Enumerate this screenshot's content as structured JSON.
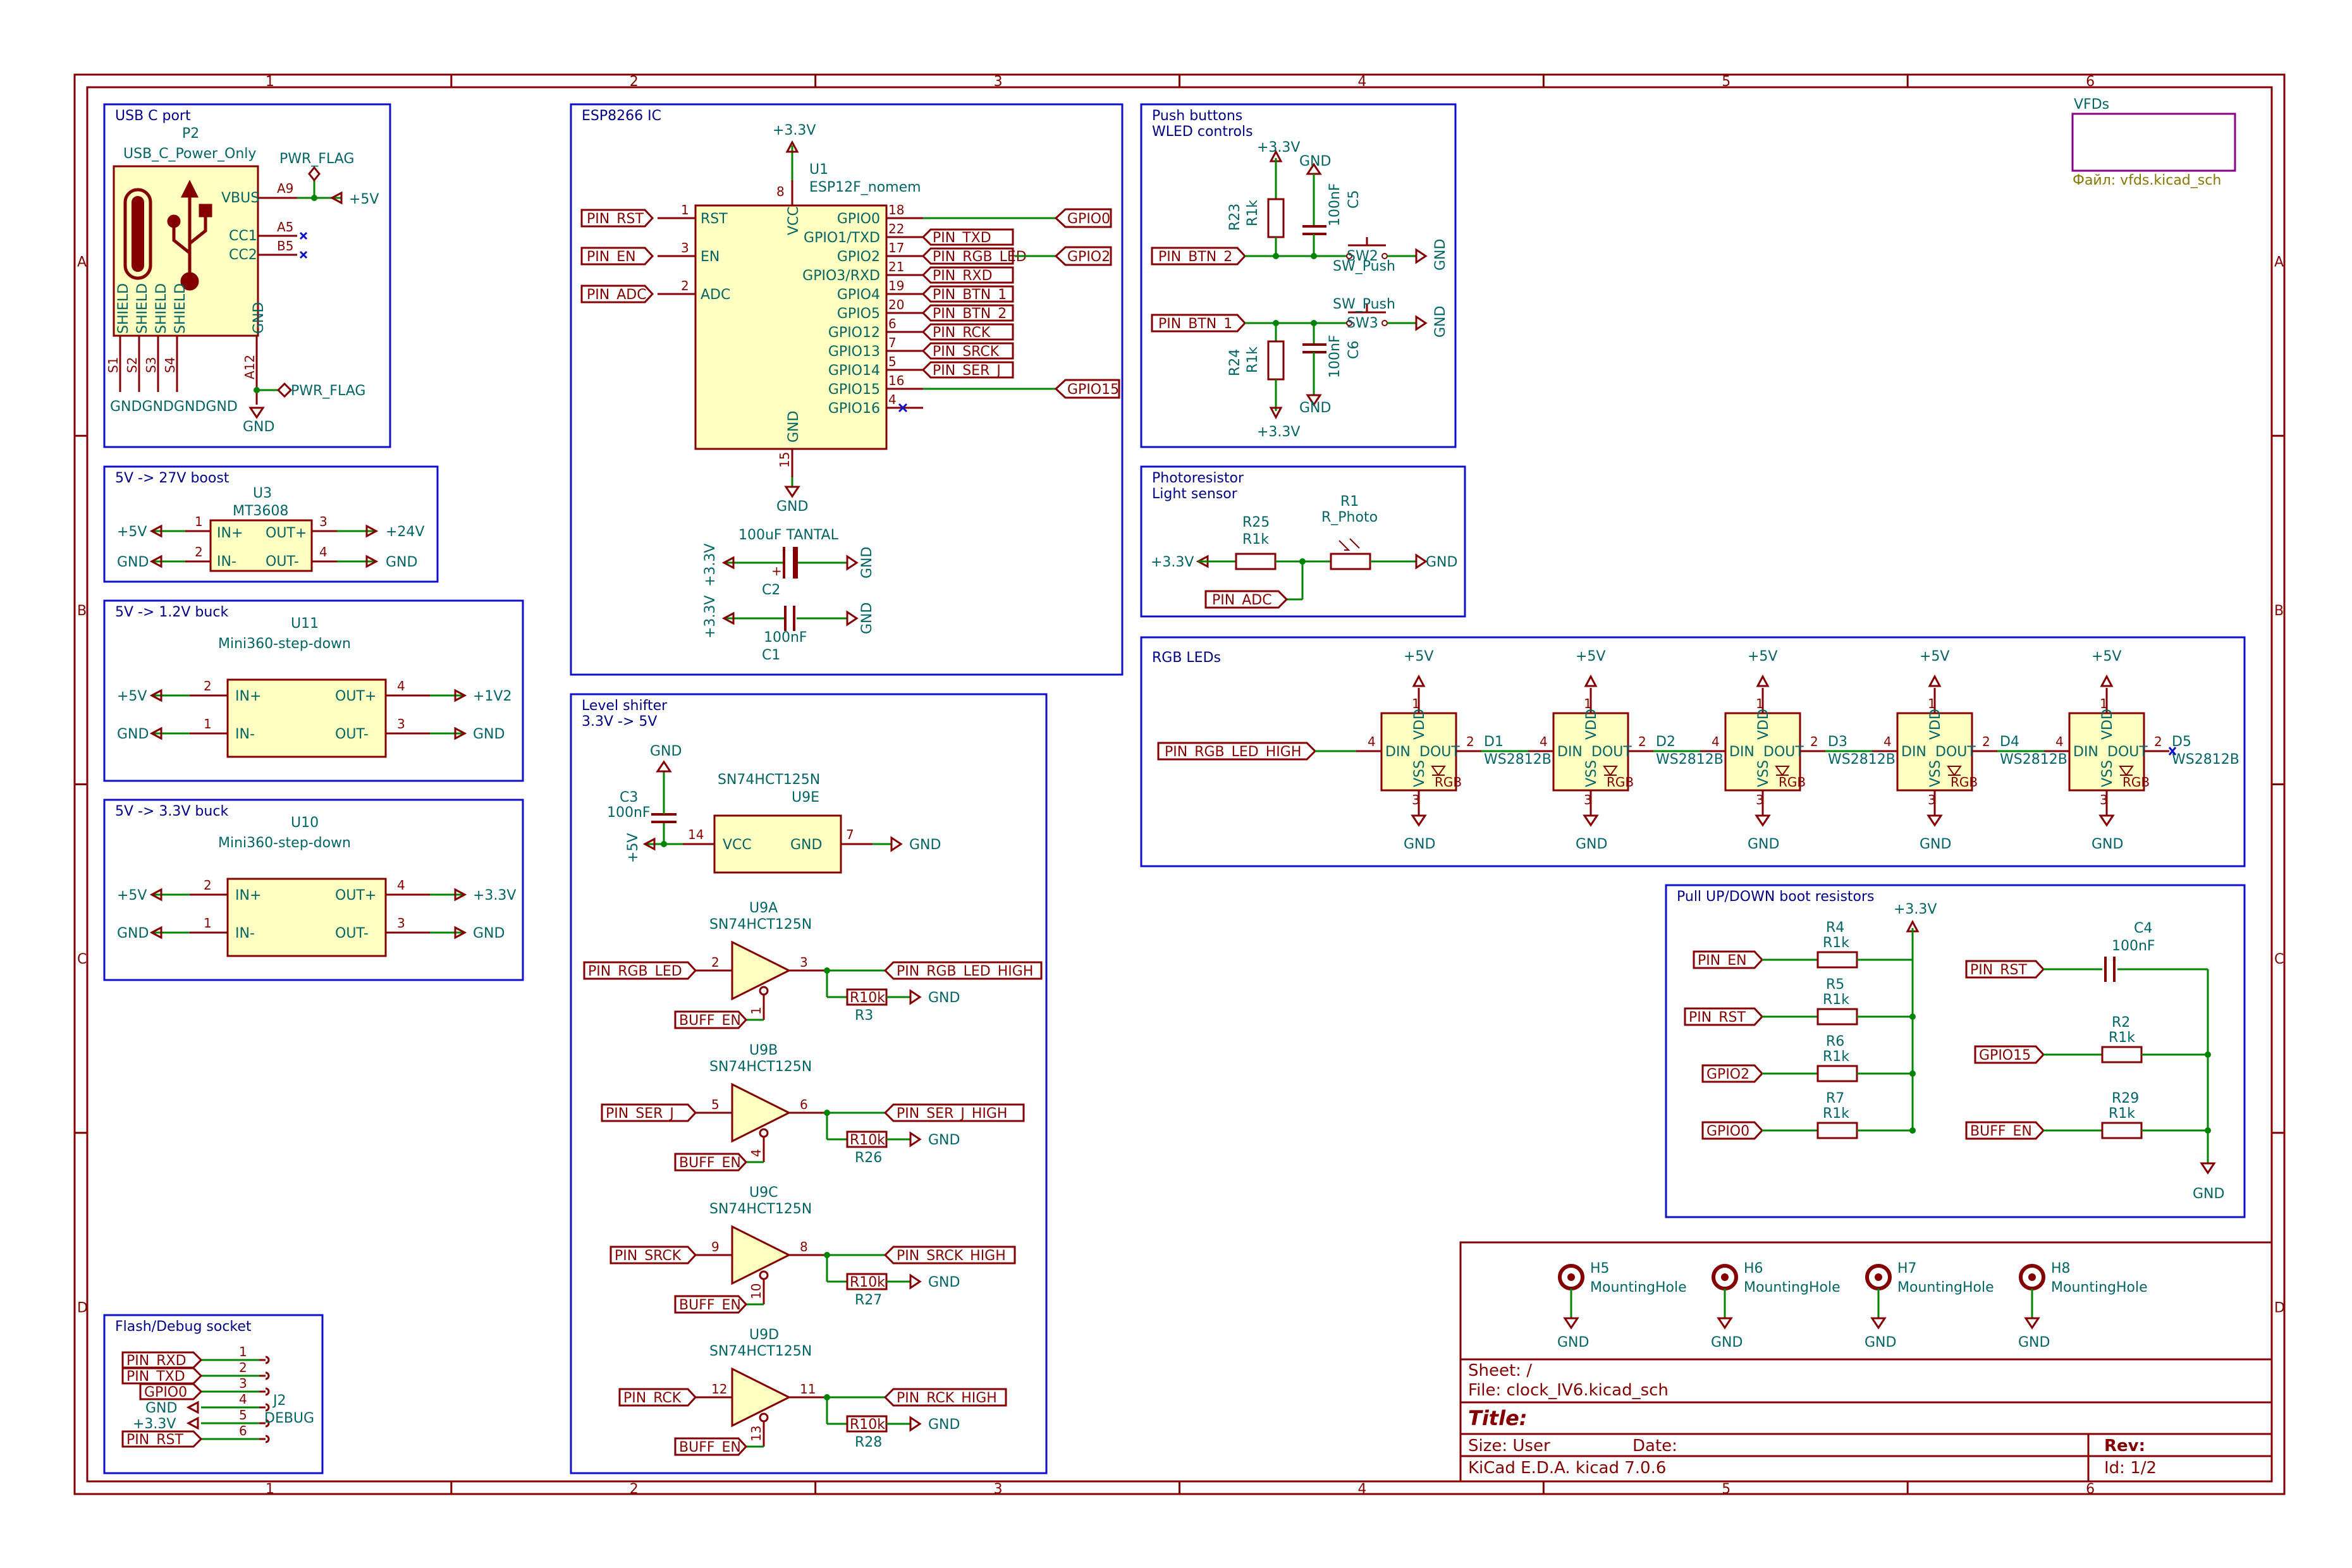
{
  "frame": {
    "columns": [
      "1",
      "2",
      "3",
      "4",
      "5",
      "6"
    ],
    "rows": [
      "A",
      "B",
      "C",
      "D"
    ]
  },
  "blocks": {
    "usb": "USB C port",
    "esp": "ESP8266 IC",
    "buttons_1": "Push buttons",
    "buttons_2": "WLED controls",
    "boost": "5V -> 27V boost",
    "buck12": "5V -> 1.2V buck",
    "buck33": "5V -> 3.3V buck",
    "photo_1": "Photoresistor",
    "photo_2": "Light sensor",
    "leds": "RGB LEDs",
    "shifter_1": "Level shifter",
    "shifter_2": "3.3V -> 5V",
    "pull": "Pull UP/DOWN boot resistors",
    "flash": "Flash/Debug socket"
  },
  "vfd_sheet": {
    "name": "VFDs",
    "file": "Файл: vfds.kicad_sch"
  },
  "usb": {
    "ref": "P2",
    "value": "USB_C_Power_Only",
    "pwr_flag": "PWR_FLAG",
    "pwr_flag2": "PWR_FLAG",
    "pins": [
      "VBUS",
      "CC1",
      "CC2",
      "SHIELD",
      "SHIELD",
      "SHIELD",
      "SHIELD",
      "GND"
    ],
    "pnums": [
      "A9",
      "A5",
      "B5",
      "S1",
      "S2",
      "S3",
      "S4",
      "A12"
    ],
    "p5v": "+5V",
    "gnd": "GND",
    "gnd_row": "GNDGNDGNDGND"
  },
  "esp": {
    "ref": "U1",
    "value": "ESP12F_nomem",
    "vcc": "+3.3V",
    "gnd": "GND",
    "left_pins": [
      {
        "num": "1",
        "name": "RST",
        "label": "PIN_RST"
      },
      {
        "num": "3",
        "name": "EN",
        "label": "PIN_EN"
      },
      {
        "num": "2",
        "name": "ADC",
        "label": "PIN_ADC"
      }
    ],
    "right_pins": [
      {
        "num": "18",
        "name": "GPIO0",
        "label": "GPIO0"
      },
      {
        "num": "22",
        "name": "GPIO1/TXD",
        "label": "PIN_TXD"
      },
      {
        "num": "17",
        "name": "GPIO2",
        "label": "PIN_RGB_LED"
      },
      {
        "num": "21",
        "name": "GPIO3/RXD",
        "label": "PIN_RXD"
      },
      {
        "num": "19",
        "name": "GPIO4",
        "label": "PIN_BTN_1"
      },
      {
        "num": "20",
        "name": "GPIO5",
        "label": "PIN_BTN_2"
      },
      {
        "num": "6",
        "name": "GPIO12",
        "label": "PIN_RCK"
      },
      {
        "num": "7",
        "name": "GPIO13",
        "label": "PIN_SRCK"
      },
      {
        "num": "5",
        "name": "GPIO14",
        "label": "PIN_SER_J"
      },
      {
        "num": "16",
        "name": "GPIO15",
        "label": "GPIO15"
      },
      {
        "num": "4",
        "name": "GPIO16",
        "label": ""
      }
    ],
    "gpio2_label": "GPIO2",
    "vcc_pin": "VCC",
    "vcc_num": "8",
    "gnd_pin": "GND",
    "gnd_num": "15",
    "c2_value": "100uF TANTAL",
    "c2_ref": "C2",
    "c1_value": "100nF",
    "c1_ref": "C1",
    "v33": "+3.3V"
  },
  "buttons": {
    "r23": "R23",
    "r23v": "R1k",
    "c5": "C5",
    "c5v": "100nF",
    "sw2": "SW2",
    "sw2v": "SW_Push",
    "btn2": "PIN_BTN_2",
    "r24": "R24",
    "r24v": "R1k",
    "c6": "C6",
    "c6v": "100nF",
    "sw3": "SW3",
    "sw3v": "SW_Push",
    "btn1": "PIN_BTN_1",
    "v33": "+3.3V",
    "gnd": "GND"
  },
  "boost": {
    "ref": "U3",
    "value": "MT3608",
    "p1": "+5V",
    "p2": "GND",
    "o1": "+24V",
    "o2": "GND",
    "in_p": "IN+",
    "in_n": "IN-",
    "out_p": "OUT+",
    "out_n": "OUT-",
    "n1": "1",
    "n2": "2",
    "n3": "3",
    "n4": "4"
  },
  "buck12": {
    "ref": "U11",
    "value": "Mini360-step-down",
    "p1": "+5V",
    "p2": "GND",
    "o1": "+1V2",
    "o2": "GND",
    "in_p": "IN+",
    "in_n": "IN-",
    "out_p": "OUT+",
    "out_n": "OUT-",
    "n1": "2",
    "n2": "1",
    "n3": "4",
    "n4": "3"
  },
  "buck33": {
    "ref": "U10",
    "value": "Mini360-step-down",
    "p1": "+5V",
    "p2": "GND",
    "o1": "+3.3V",
    "o2": "GND",
    "in_p": "IN+",
    "in_n": "IN-",
    "out_p": "OUT+",
    "out_n": "OUT-",
    "n1": "2",
    "n2": "1",
    "n3": "4",
    "n4": "3"
  },
  "photo": {
    "r25": "R25",
    "r25v": "R1k",
    "r1": "R1",
    "r1v": "R_Photo",
    "v33": "+3.3V",
    "gnd": "GND",
    "adc": "PIN_ADC"
  },
  "leds": {
    "input": "PIN_RGB_LED_HIGH",
    "v5": "+5V",
    "gnd": "GND",
    "items": [
      {
        "ref": "D1",
        "value": "WS2812B"
      },
      {
        "ref": "D2",
        "value": "WS2812B"
      },
      {
        "ref": "D3",
        "value": "WS2812B"
      },
      {
        "ref": "D4",
        "value": "WS2812B"
      },
      {
        "ref": "D5",
        "value": "WS2812B"
      }
    ],
    "vdd": "VDD",
    "vss": "VSS",
    "din": "DIN",
    "dout": "DOUT",
    "rgb": "RGB"
  },
  "shifter": {
    "power": {
      "ref": "U9E",
      "value": "SN74HCT125N",
      "vcc": "VCC",
      "gnd": "GND",
      "p14": "14",
      "p7": "7",
      "c3": "C3",
      "c3v": "100nF",
      "v5": "+5V",
      "gnd1": "GND",
      "gnd2": "GND"
    },
    "gates": [
      {
        "ref": "U9A",
        "value": "SN74HCT125N",
        "in": "PIN_RGB_LED",
        "out": "PIN_RGB_LED_HIGH",
        "en": "BUFF_EN",
        "r": "R3",
        "rv": "R10k",
        "pi": "2",
        "po": "3",
        "pe": "1"
      },
      {
        "ref": "U9B",
        "value": "SN74HCT125N",
        "in": "PIN_SER_J",
        "out": "PIN_SER_J_HIGH",
        "en": "BUFF_EN",
        "r": "R26",
        "rv": "R10k",
        "pi": "5",
        "po": "6",
        "pe": "4"
      },
      {
        "ref": "U9C",
        "value": "SN74HCT125N",
        "in": "PIN_SRCK",
        "out": "PIN_SRCK_HIGH",
        "en": "BUFF_EN",
        "r": "R27",
        "rv": "R10k",
        "pi": "9",
        "po": "8",
        "pe": "10"
      },
      {
        "ref": "U9D",
        "value": "SN74HCT125N",
        "in": "PIN_RCK",
        "out": "PIN_RCK_HIGH",
        "en": "BUFF_EN",
        "r": "R28",
        "rv": "R10k",
        "pi": "12",
        "po": "11",
        "pe": "13"
      }
    ],
    "gnd": "GND"
  },
  "pull": {
    "v33": "+3.3V",
    "gnd": "GND",
    "left": [
      {
        "label": "PIN_EN",
        "ref": "R4",
        "value": "R1k"
      },
      {
        "label": "PIN_RST",
        "ref": "R5",
        "value": "R1k"
      },
      {
        "label": "GPIO2",
        "ref": "R6",
        "value": "R1k"
      },
      {
        "label": "GPIO0",
        "ref": "R7",
        "value": "R1k"
      }
    ],
    "right": [
      {
        "label": "PIN_RST",
        "ref": "C4",
        "value": "100nF"
      },
      {
        "label": "GPIO15",
        "ref": "R2",
        "value": "R1k"
      },
      {
        "label": "BUFF_EN",
        "ref": "R29",
        "value": "R1k"
      }
    ]
  },
  "flash": {
    "ref": "J2",
    "value": "DEBUG",
    "pins": [
      {
        "num": "1",
        "label": "PIN_RXD"
      },
      {
        "num": "2",
        "label": "PIN_TXD"
      },
      {
        "num": "3",
        "label": "GPIO0"
      },
      {
        "num": "4",
        "label": "GND"
      },
      {
        "num": "5",
        "label": "+3.3V"
      },
      {
        "num": "6",
        "label": "PIN_RST"
      }
    ]
  },
  "holes": [
    {
      "ref": "H5",
      "value": "MountingHole",
      "gnd": "GND"
    },
    {
      "ref": "H6",
      "value": "MountingHole",
      "gnd": "GND"
    },
    {
      "ref": "H7",
      "value": "MountingHole",
      "gnd": "GND"
    },
    {
      "ref": "H8",
      "value": "MountingHole",
      "gnd": "GND"
    }
  ],
  "title_block": {
    "sheet": "Sheet: /",
    "file": "File: clock_IV6.kicad_sch",
    "title": "Title:",
    "size": "Size: User",
    "date": "Date:",
    "rev": "Rev:",
    "kicad": "KiCad E.D.A.  kicad 7.0.6",
    "id": "Id: 1/2"
  },
  "colors": {
    "frame": "#840000",
    "block": "#1010c8",
    "wire": "#008400",
    "body": "#ffffc2",
    "text": "#006464"
  }
}
